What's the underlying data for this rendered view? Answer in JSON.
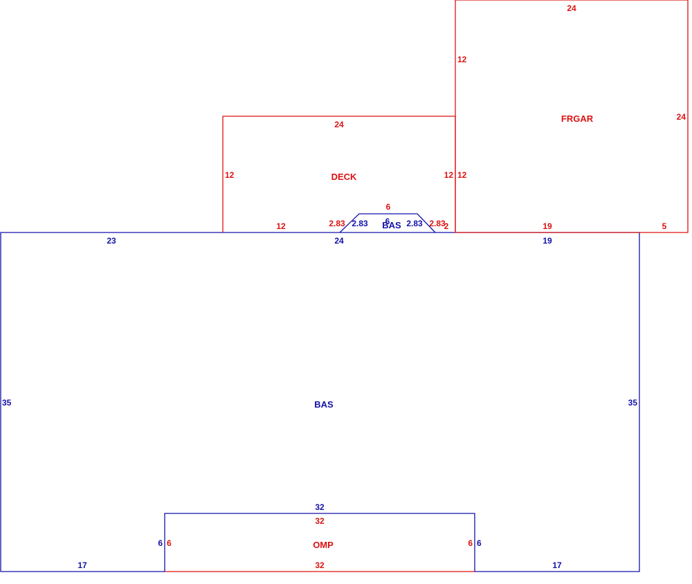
{
  "colors": {
    "red": "#dd1111",
    "blue": "#1111aa",
    "background": "#ffffff"
  },
  "areas": {
    "bas_main": "BAS",
    "bas_bay": "BAS",
    "deck": "DECK",
    "frgar": "FRGAR",
    "omp": "OMP"
  },
  "dimensions": {
    "bas_top_left": "23",
    "bas_top_mid": "24",
    "bas_top_right": "19",
    "bas_left": "35",
    "bas_right": "35",
    "bas_bottom_left": "17",
    "bas_bottom_right": "17",
    "bas_omp_top": "32",
    "bas_omp_left": "6",
    "bas_omp_right": "6",
    "bay_left": "2.83",
    "bay_top": "6",
    "bay_right": "2.83",
    "deck_top": "24",
    "deck_left": "12",
    "deck_right": "12",
    "deck_bottom": "12",
    "deck_bay_left": "2.83",
    "deck_bay_top": "6",
    "deck_bay_right": "2.83",
    "deck_bottom_end": "2",
    "frgar_top": "24",
    "frgar_left": "12",
    "frgar_lower_left": "12",
    "frgar_right": "24",
    "frgar_bottom": "19",
    "frgar_bottom_end": "5",
    "omp_top": "32",
    "omp_left": "6",
    "omp_right": "6",
    "omp_bottom": "32"
  }
}
